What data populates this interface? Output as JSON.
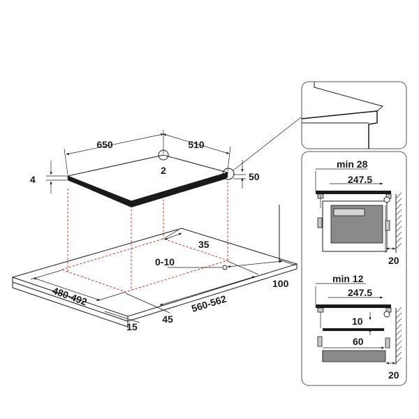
{
  "main": {
    "labels": {
      "width": "650",
      "depth": "510",
      "thickness": "4",
      "corner_radius": "2",
      "edge_detail": "50",
      "cutout_width": "560-562",
      "cutout_depth": "480-492",
      "front_clearance": "45",
      "front_edge": "15",
      "side_clearance": "35",
      "rear_clearance": "100",
      "corner_cut": "0-10"
    }
  },
  "panel_top": {
    "min_label": "min 28",
    "height_label": "247.5",
    "wall_label": "20"
  },
  "panel_bottom": {
    "min_label": "min 12",
    "height_label": "247.5",
    "gap_label": "10",
    "depth_label": "60",
    "wall_label": "20"
  },
  "colors": {
    "line": "#1a1a1a",
    "cutout_dash": "#c0392b",
    "panel_border": "#555555",
    "appliance_fill": "#8a8a8a"
  }
}
